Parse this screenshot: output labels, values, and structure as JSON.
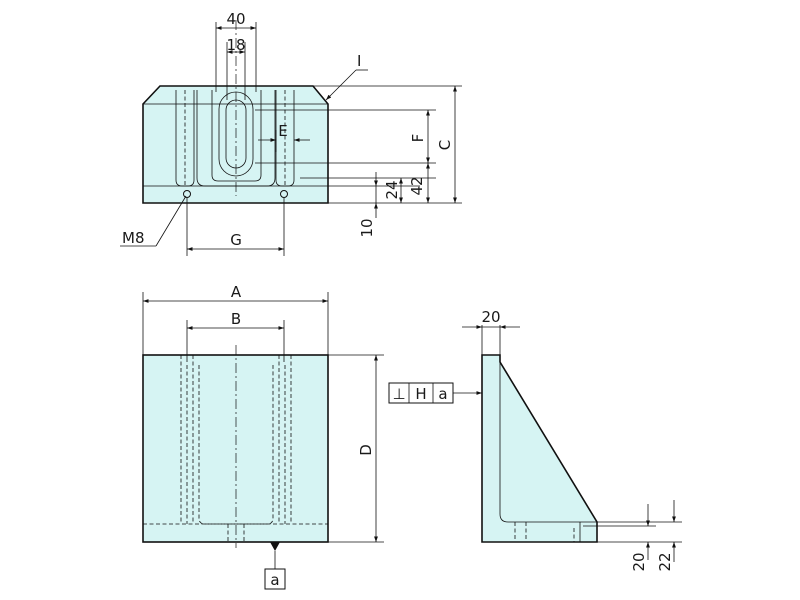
{
  "colors": {
    "body_fill": "#d6f4f3",
    "line": "#111111"
  },
  "top_view": {
    "dim_40": "40",
    "dim_18": "18",
    "dim_I": "I",
    "dim_E": "E",
    "dim_F": "F",
    "dim_C": "C",
    "dim_24": "24",
    "dim_42": "42",
    "dim_10": "10",
    "dim_G": "G",
    "thread_label": "M8"
  },
  "front_view": {
    "dim_A": "A",
    "dim_B": "B",
    "dim_D": "D",
    "datum_label": "a"
  },
  "side_view": {
    "dim_20_top": "20",
    "dim_20_bottom": "20",
    "dim_22": "22",
    "tolerance_symbol": "⊥",
    "tolerance_value": "H",
    "tolerance_datum": "a"
  }
}
